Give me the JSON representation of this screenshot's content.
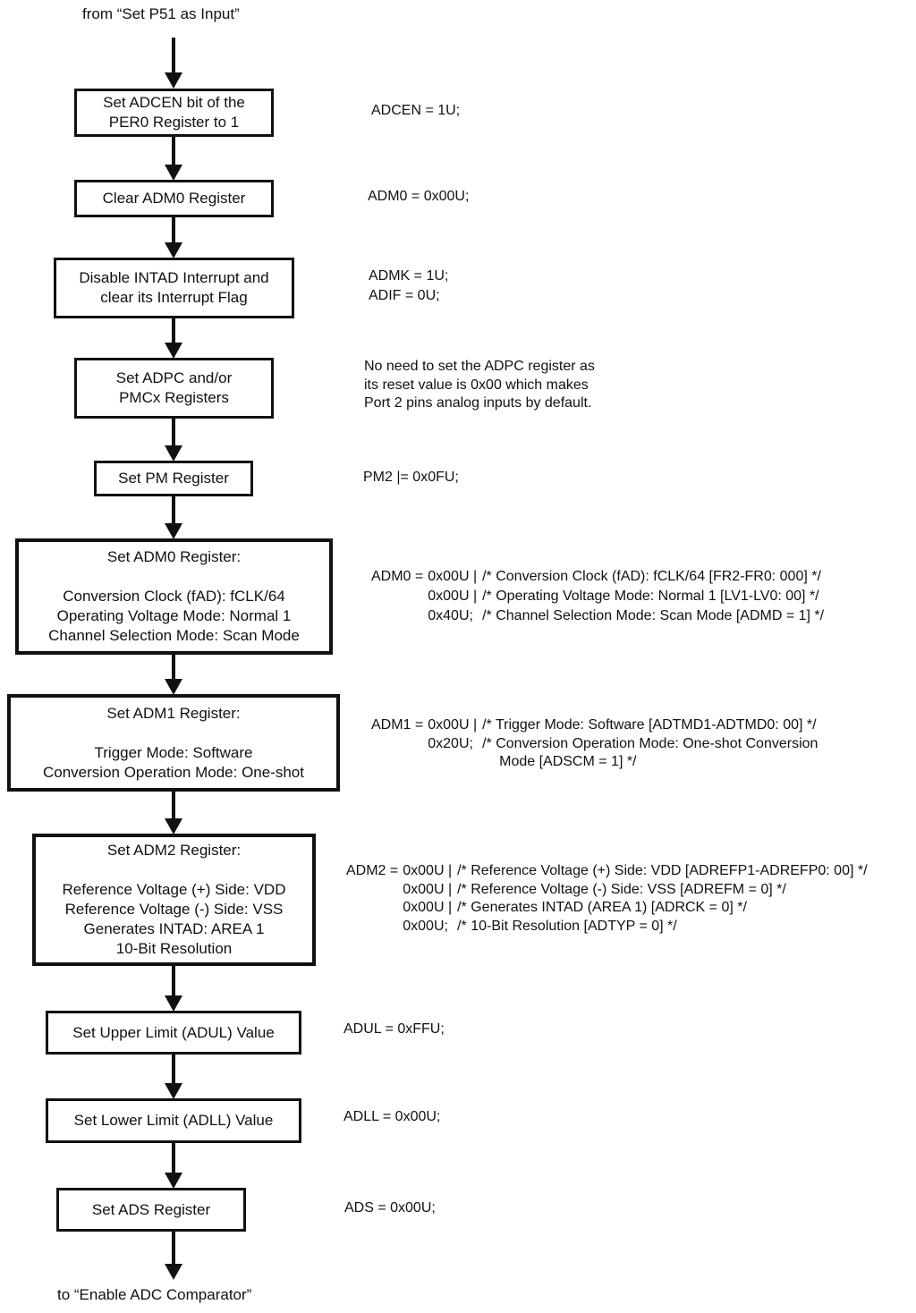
{
  "flow": {
    "entry_label": "from “Set P51 as Input”",
    "exit_label": "to “Enable ADC Comparator”"
  },
  "boxes": {
    "adcen": {
      "lines": [
        "Set ADCEN bit of the",
        "PER0 Register to 1"
      ]
    },
    "clear_adm0": {
      "lines": [
        "Clear ADM0 Register"
      ]
    },
    "intad": {
      "lines": [
        "Disable INTAD Interrupt and",
        "clear its Interrupt Flag"
      ]
    },
    "adpc": {
      "lines": [
        "Set ADPC and/or",
        "PMCx Registers"
      ]
    },
    "pm": {
      "lines": [
        "Set PM Register"
      ]
    },
    "adm0": {
      "title": "Set ADM0 Register:",
      "details": [
        "Conversion Clock (fAD): fCLK/64",
        "Operating Voltage Mode: Normal 1",
        "Channel Selection Mode: Scan Mode"
      ]
    },
    "adm1": {
      "title": "Set ADM1 Register:",
      "details": [
        "Trigger Mode: Software",
        "Conversion Operation Mode: One-shot"
      ]
    },
    "adm2": {
      "title": "Set ADM2 Register:",
      "details": [
        "Reference Voltage (+) Side: VDD",
        "Reference Voltage (-) Side: VSS",
        "Generates INTAD: AREA 1",
        "10-Bit Resolution"
      ]
    },
    "adul": {
      "lines": [
        "Set Upper Limit (ADUL) Value"
      ]
    },
    "adll": {
      "lines": [
        "Set Lower Limit (ADLL) Value"
      ]
    },
    "ads": {
      "lines": [
        "Set ADS Register"
      ]
    }
  },
  "annotations": {
    "adcen": "ADCEN = 1U;",
    "clear_adm0": "ADM0 = 0x00U;",
    "intad": {
      "lines": [
        "ADMK = 1U;",
        "ADIF = 0U;"
      ]
    },
    "adpc": {
      "lines": [
        "No need to set the ADPC register as",
        "its reset value is 0x00 which makes",
        "Port 2 pins analog inputs by default."
      ]
    },
    "pm": "PM2 |= 0x0FU;",
    "adm0": {
      "head": "ADM0 =",
      "rows": [
        {
          "value": "0x00U |",
          "comment": "/* Conversion Clock (fAD): fCLK/64 [FR2-FR0: 000] */"
        },
        {
          "value": "0x00U |",
          "comment": "/* Operating Voltage Mode: Normal 1 [LV1-LV0: 00] */"
        },
        {
          "value": "0x40U;",
          "comment": "/* Channel Selection Mode: Scan Mode [ADMD = 1] */"
        }
      ]
    },
    "adm1": {
      "head": "ADM1 =",
      "rows": [
        {
          "value": "0x00U |",
          "comment": "/* Trigger Mode: Software [ADTMD1-ADTMD0: 00] */"
        },
        {
          "value": "0x20U;",
          "comment": "/* Conversion Operation Mode: One-shot Conversion"
        },
        {
          "value": "",
          "comment": "Mode [ADSCM = 1] */"
        }
      ]
    },
    "adm2": {
      "head": "ADM2 =",
      "rows": [
        {
          "value": "0x00U |",
          "comment": "/* Reference Voltage (+) Side: VDD [ADREFP1-ADREFP0: 00] */"
        },
        {
          "value": "0x00U |",
          "comment": "/* Reference Voltage (-) Side: VSS [ADREFM = 0] */"
        },
        {
          "value": "0x00U |",
          "comment": "/* Generates INTAD (AREA 1) [ADRCK = 0] */"
        },
        {
          "value": "0x00U;",
          "comment": "/* 10-Bit Resolution [ADTYP = 0] */"
        }
      ]
    },
    "adul": "ADUL = 0xFFU;",
    "adll": "ADLL = 0x00U;",
    "ads": "ADS = 0x00U;"
  },
  "colors": {
    "ink": "#111111",
    "background": "#ffffff"
  }
}
